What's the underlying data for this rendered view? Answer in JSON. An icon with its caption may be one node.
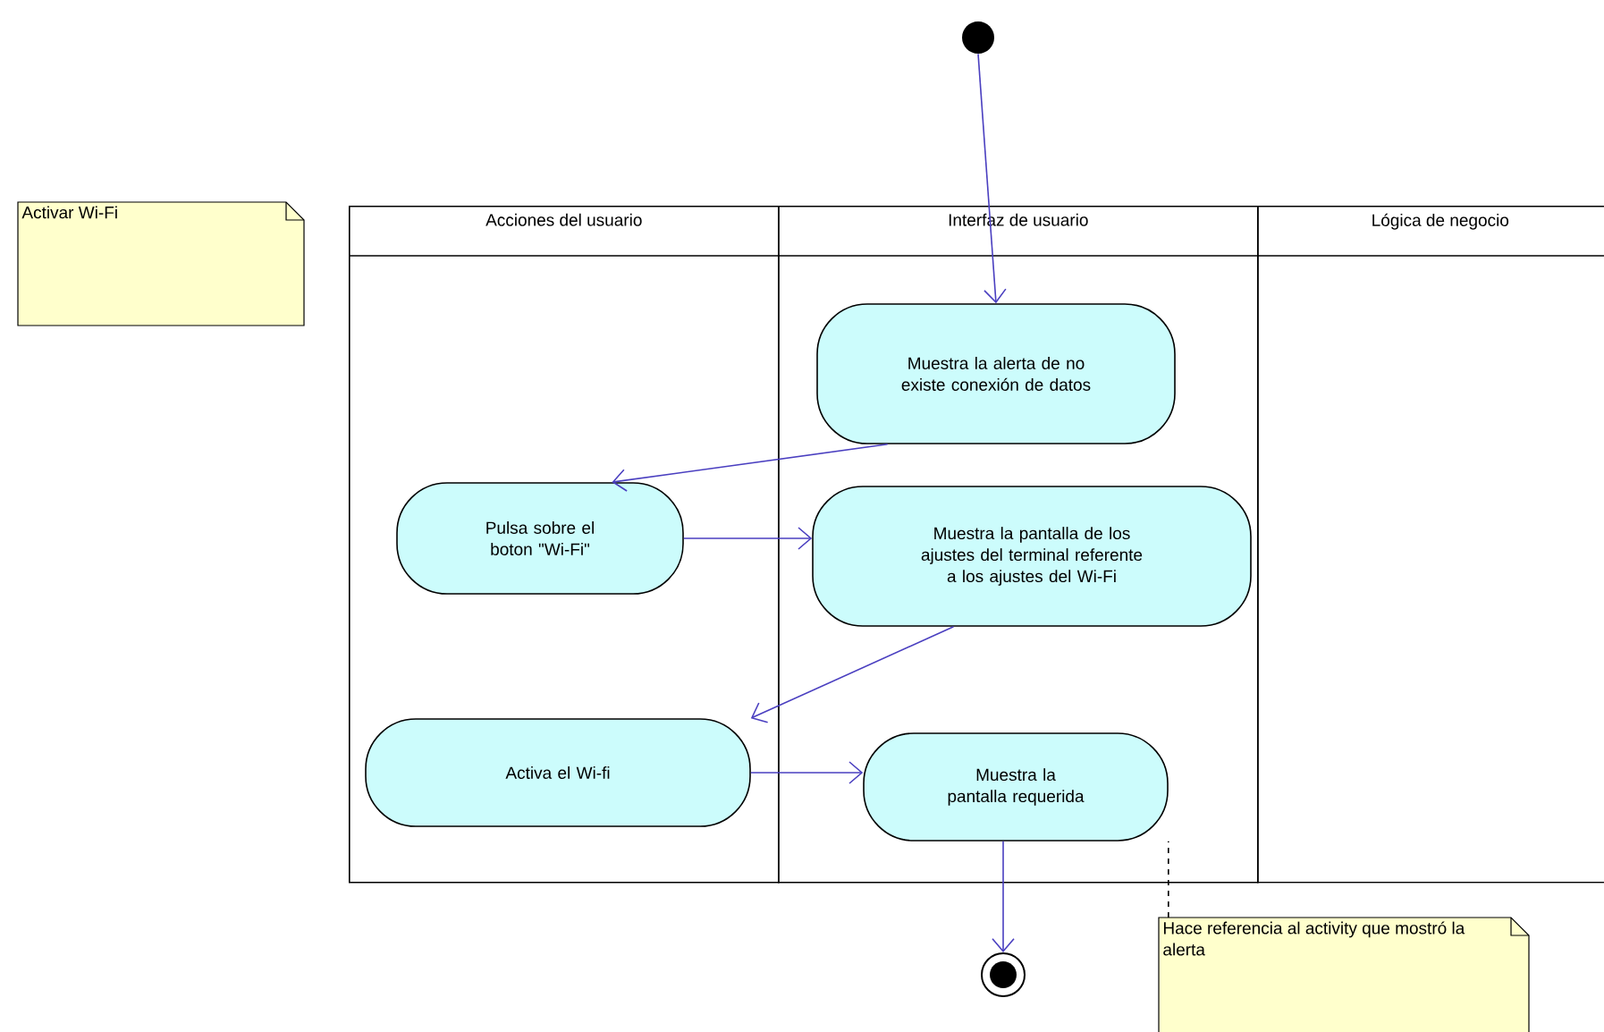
{
  "diagram": {
    "nodes": [
      {
        "text": [
          "Activar Wi-Fi"
        ]
      },
      {
        "text": [
          "Acciones del usuario"
        ]
      },
      {
        "text": [
          "Interfaz de usuario"
        ]
      },
      {
        "text": [
          "Lógica de negocio"
        ]
      },
      {
        "text": [],
        "shape": "circle"
      },
      {
        "text": [
          "Muestra la alerta de no existe conexión de datos"
        ],
        "in": 2
      },
      {
        "text": [
          "Pulsa sobre el boton \"Wi-Fi\""
        ],
        "in": 1
      },
      {
        "text": [
          "Muestra la pantalla de los ajustes del terminal referente a los ajustes del Wi-Fi"
        ],
        "in": 2
      },
      {
        "text": [
          "Activa el Wi-fi"
        ],
        "in": 1
      },
      {
        "text": [
          "Muestra la pantalla requerida"
        ],
        "in": 2
      },
      {
        "text": [],
        "shape": "circle"
      },
      {
        "text": [
          "Hace referencia al activity que mostró la alerta"
        ]
      }
    ],
    "edges": [
      {
        "from": 4,
        "to": 5,
        "arrow": "to"
      },
      {
        "from": 5,
        "to": 6,
        "arrow": "to"
      },
      {
        "from": 6,
        "to": 7,
        "arrow": "to"
      },
      {
        "from": 7,
        "to": 8,
        "arrow": "to"
      },
      {
        "from": 8,
        "to": 9,
        "arrow": "to"
      },
      {
        "from": 9,
        "to": 10,
        "arrow": "to"
      },
      {
        "from": 11,
        "to": 9,
        "arrow": "none",
        "style": "dashed",
        "color": "#000000"
      }
    ]
  }
}
